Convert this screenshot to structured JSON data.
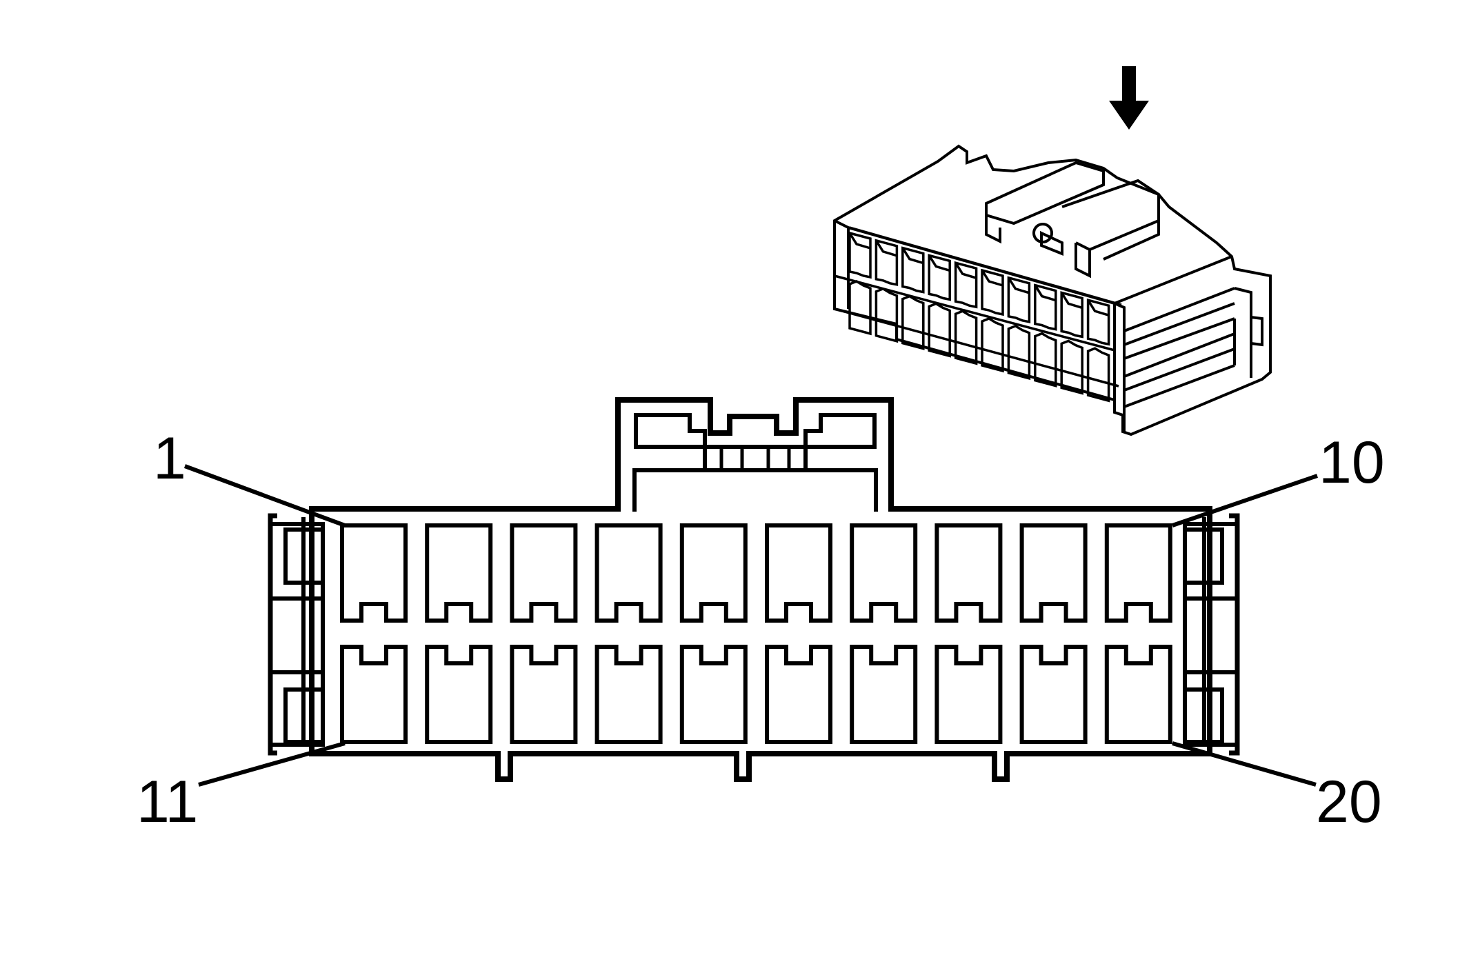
{
  "colors": {
    "line": "#000000",
    "background": "#ffffff"
  },
  "icons": {
    "direction_arrow": "down-arrow-icon"
  },
  "pin_labels": {
    "top_left": "1",
    "top_right": "10",
    "bottom_left": "11",
    "bottom_right": "20"
  },
  "connector": {
    "rows": 2,
    "cavities_per_row": 10
  }
}
